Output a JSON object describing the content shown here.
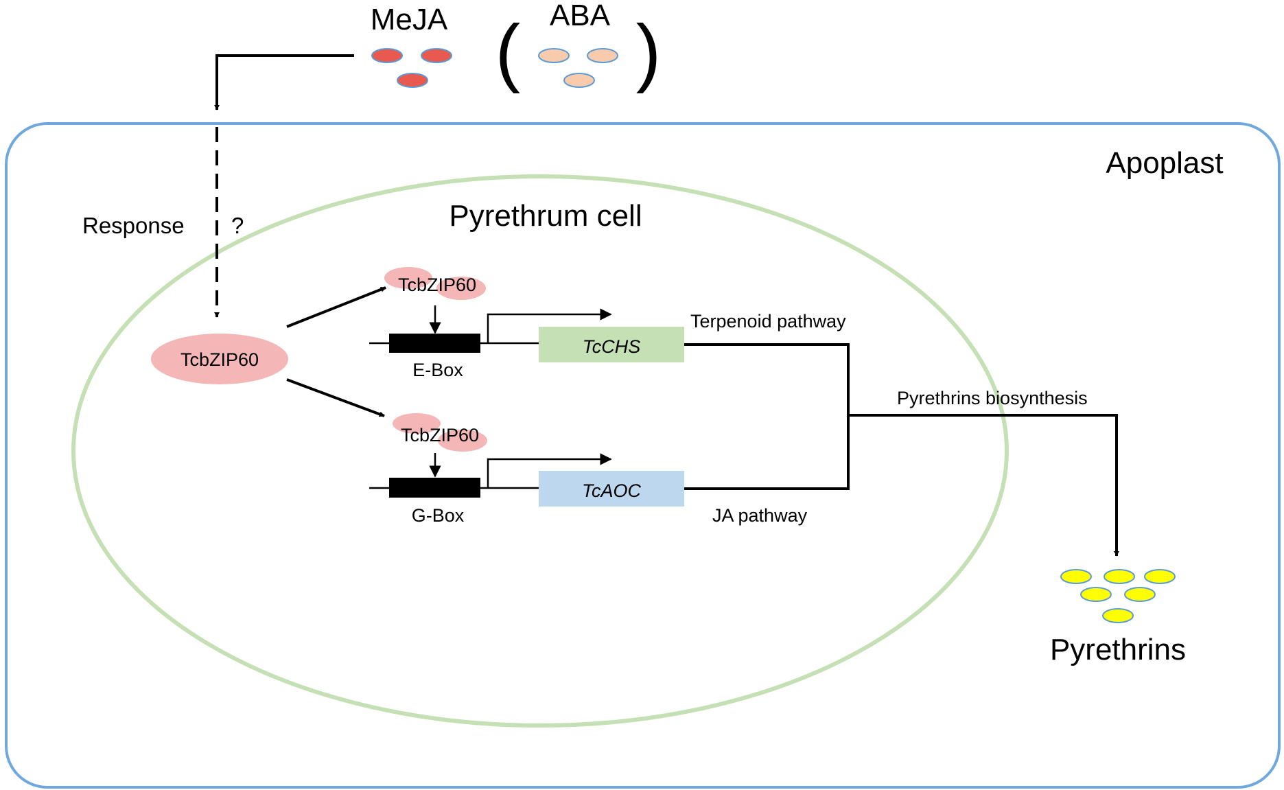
{
  "labels": {
    "meja": "MeJA",
    "aba": "ABA",
    "paren_open": "(",
    "paren_close": ")",
    "apoplast": "Apoplast",
    "cell": "Pyrethrum  cell",
    "response": "Response",
    "question": "?",
    "tf_main": "TcbZIP60",
    "tf_upper": "TcbZIP60",
    "tf_lower": "TcbZIP60",
    "ebox": "E-Box",
    "gbox": "G-Box",
    "gene_chs": "TcCHS",
    "gene_aoc": "TcAOC",
    "terpenoid": "Terpenoid pathway",
    "ja": "JA pathway",
    "biosynthesis": "Pyrethrins biosynthesis",
    "product": "Pyrethrins"
  },
  "colors": {
    "apoplast_border": "#6fa8dc",
    "cell_border": "#c5e0b4",
    "meja_fill": "#e8594f",
    "aba_fill": "#f8cbad",
    "tf_fill": "#f4b6b6",
    "chs_fill": "#c5e0b4",
    "aoc_fill": "#bdd7ee",
    "pyrethrin_fill": "#ffff00",
    "molecule_outline": "#5b9bd5"
  }
}
